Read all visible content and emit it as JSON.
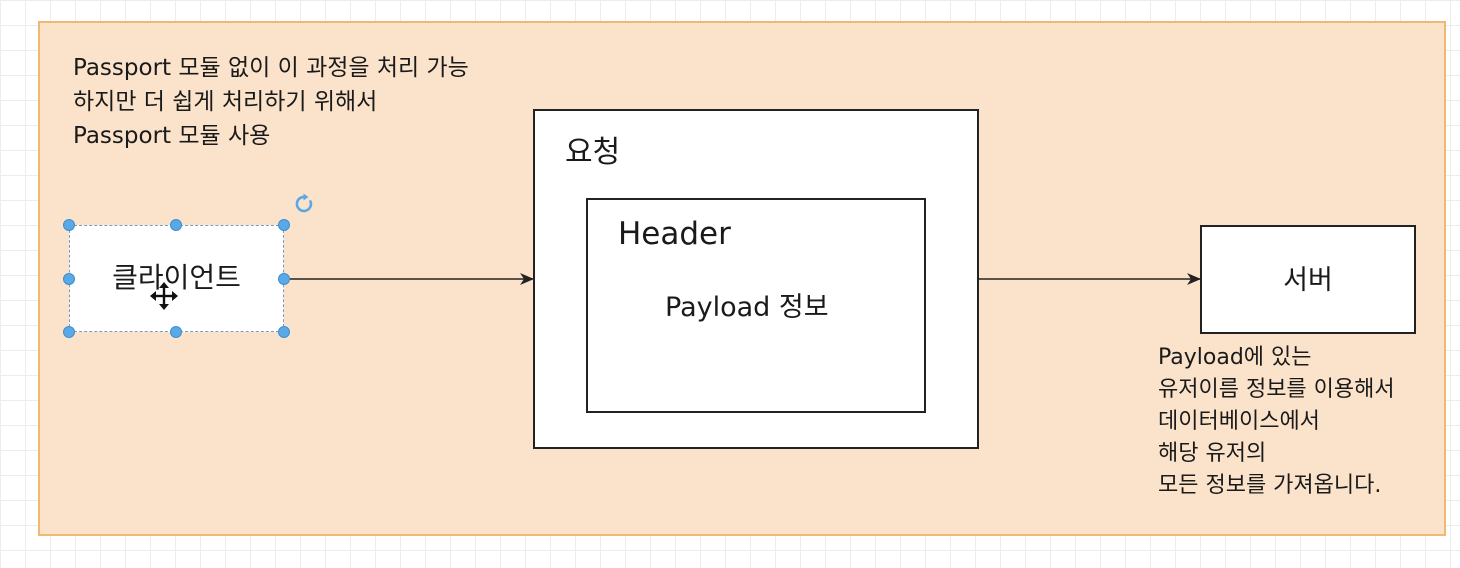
{
  "colors": {
    "container_fill": "#fbe3cb",
    "container_border": "#f0b873",
    "box_border": "#222222",
    "selection_handle": "#5aa8e6",
    "selection_outline": "#7a9cb8"
  },
  "note": {
    "lines": [
      "Passport 모듈 없이 이 과정을 처리 가능",
      "하지만 더 쉽게 처리하기 위해서",
      "Passport 모듈 사용"
    ]
  },
  "client": {
    "label": "클라이언트",
    "selected": true,
    "icons": [
      "rotate-icon",
      "move-icon"
    ]
  },
  "request": {
    "label": "요청",
    "header": {
      "label": "Header",
      "payload_label": "Payload 정보"
    }
  },
  "server": {
    "label": "서버"
  },
  "server_note": {
    "lines": [
      "Payload에 있는",
      "유저이름 정보를 이용해서",
      "데이터베이스에서",
      "해당 유저의",
      "모든 정보를 가져옵니다."
    ]
  },
  "edges": [
    {
      "from": "client",
      "to": "request"
    },
    {
      "from": "request",
      "to": "server"
    }
  ]
}
